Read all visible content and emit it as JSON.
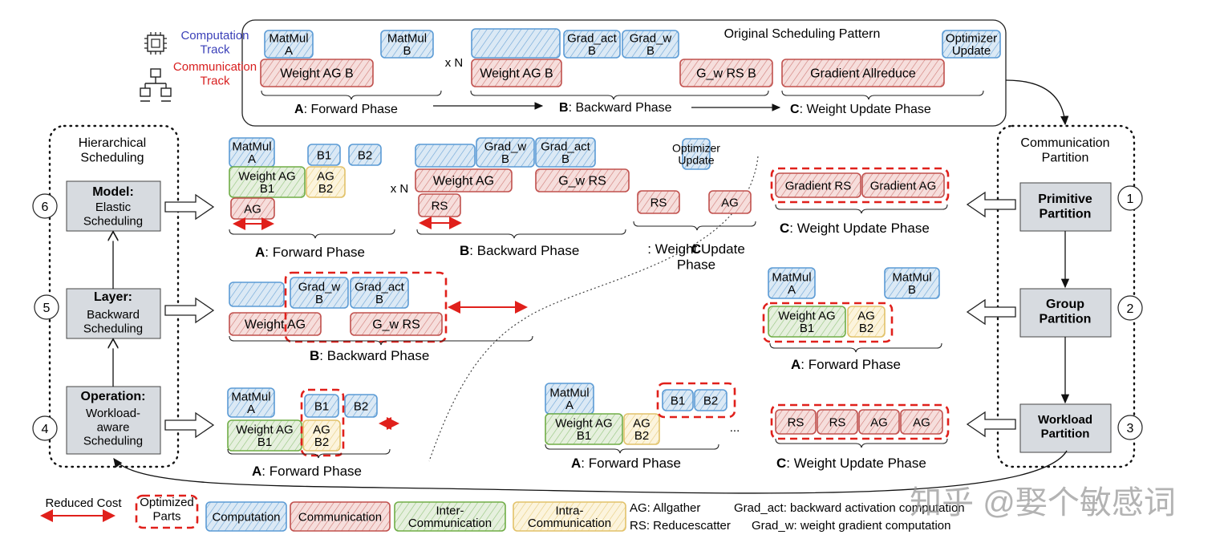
{
  "legend_tracks": {
    "computation": "Computation\nTrack",
    "communication": "Communication\nTrack"
  },
  "top": {
    "title": "Original Scheduling Pattern",
    "matmul_a": "MatMul\nA",
    "matmul_b": "MatMul\nB",
    "xn": "x N",
    "weight_ag_b": "Weight AG B",
    "grad_act_b": "Grad_act\nB",
    "grad_w_b": "Grad_w\nB",
    "weight_ag_b2": "Weight AG B",
    "g_w_rs_b": "G_w RS B",
    "optimizer_update": "Optimizer\nUpdate",
    "gradient_allreduce": "Gradient Allreduce",
    "phase_a_key": "A",
    "phase_a": ": Forward Phase",
    "phase_b_key": "B",
    "phase_b": ": Backward Phase",
    "phase_c_key": "C",
    "phase_c": ": Weight Update Phase"
  },
  "left": {
    "title": "Hierarchical\nScheduling",
    "model_title": "Model:",
    "model_sub": "Elastic\nScheduling",
    "model_num": "6",
    "layer_title": "Layer:",
    "layer_sub": "Backward\nScheduling",
    "layer_num": "5",
    "op_title": "Operation:",
    "op_sub": "Workload-\naware\nScheduling",
    "op_num": "4"
  },
  "right": {
    "title": "Communication\nPartition",
    "primitive": "Primitive\nPartition",
    "primitive_num": "1",
    "group": "Group\nPartition",
    "group_num": "2",
    "workload": "Workload\nPartition",
    "workload_num": "3"
  },
  "model_row": {
    "matmul_a": "MatMul\nA",
    "b1": "B1",
    "b2": "B2",
    "weight_ag_b1": "Weight AG\nB1",
    "ag_b2": "AG\nB2",
    "ag": "AG",
    "xn": "x N",
    "grad_w_b": "Grad_w\nB",
    "grad_act_b": "Grad_act\nB",
    "weight_ag": "Weight AG",
    "g_w_rs": "G_w RS",
    "rs": "RS",
    "optimizer_update": "Optimizer\nUpdate",
    "rs2": "RS",
    "ag2": "AG",
    "phase_a_key": "A",
    "phase_a": ": Forward Phase",
    "phase_b_key": "B",
    "phase_b": ": Backward Phase",
    "phase_c_key": "C",
    "phase_c": ": Weight Update\nPhase"
  },
  "layer_row": {
    "grad_w_b": "Grad_w\nB",
    "grad_act_b": "Grad_act\nB",
    "weight_ag": "Weight AG",
    "g_w_rs": "G_w RS",
    "phase_b_key": "B",
    "phase_b": ": Backward Phase"
  },
  "op_row": {
    "matmul_a": "MatMul\nA",
    "b1": "B1",
    "b2": "B2",
    "weight_ag_b1": "Weight AG\nB1",
    "ag_b2": "AG\nB2",
    "phase_a_key": "A",
    "phase_a": ": Forward Phase"
  },
  "primitive_row": {
    "gradient_rs": "Gradient RS",
    "gradient_ag": "Gradient AG",
    "phase_c_key": "C",
    "phase_c": ": Weight Update Phase"
  },
  "group_row": {
    "matmul_a": "MatMul\nA",
    "matmul_b": "MatMul\nB",
    "weight_ag_b1": "Weight AG\nB1",
    "ag_b2": "AG\nB2",
    "phase_a_key": "A",
    "phase_a": ": Forward Phase"
  },
  "workload_fwd": {
    "matmul_a": "MatMul\nA",
    "b1": "B1",
    "b2": "B2",
    "weight_ag_b1": "Weight AG\nB1",
    "ag_b2": "AG\nB2",
    "ellipsis": "...",
    "phase_a_key": "A",
    "phase_a": ": Forward Phase"
  },
  "workload_wu": {
    "rs1": "RS",
    "rs2": "RS",
    "ag1": "AG",
    "ag2": "AG",
    "phase_c_key": "C",
    "phase_c": ": Weight Update Phase"
  },
  "legend": {
    "reduced_cost": "Reduced Cost",
    "optimized_parts": "Optimized\nParts",
    "computation": "Computation",
    "communication": "Communication",
    "inter": "Inter-\nCommunication",
    "intra": "Intra-\nCommunication",
    "ag_def": "AG: Allgather",
    "rs_def": "RS: Reducescatter",
    "grad_act_def": "Grad_act: backward activation computation",
    "grad_w_def": "Grad_w: weight gradient computation"
  },
  "watermark": "知乎 @娶个敏感词",
  "colors": {
    "computation": "#5b9bd5",
    "computation_fill": "#cfe3f3",
    "communication": "#c0504d",
    "communication_fill": "#f3d3d1",
    "inter": "#70ad47",
    "inter_fill": "#ddebd3",
    "intra": "#e2c26a",
    "intra_fill": "#fbf0d2",
    "optimized": "#e0201b",
    "method_box": "#d7dbe0",
    "track_comp": "#3a3fb8",
    "track_comm": "#d81e1e"
  }
}
